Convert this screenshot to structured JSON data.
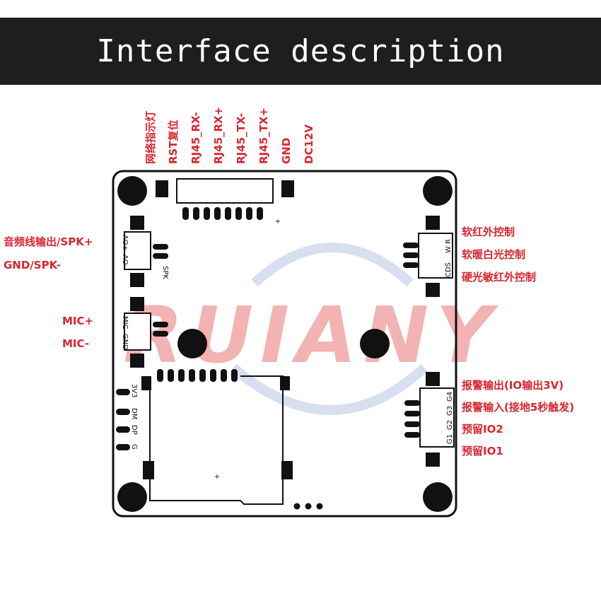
{
  "title": "Interface description",
  "watermark": "RUIANY",
  "colors": {
    "label": "#d8262e",
    "banner": "#1e1e1e",
    "board_outline": "#111111"
  },
  "top_labels": [
    "网络指示灯",
    "RST复位",
    "RJ45_RX-",
    "RJ45_RX+",
    "RJ45_TX-",
    "RJ45_TX+",
    "GND",
    "DC12V"
  ],
  "left_labels": [
    "音频线输出/SPK+",
    "GND/SPK-",
    "MIC+",
    "MIC-"
  ],
  "right_top_labels": [
    "软红外控制",
    "软暖白光控制",
    "硬光敏红外控制"
  ],
  "right_bottom_labels": [
    "报警输出(IO输出3V)",
    "报警输入(接地5秒触发)",
    "预留IO2",
    "预留IO1"
  ],
  "pcb_silkscreen": {
    "audio_out": [
      "AO+",
      "AO-"
    ],
    "spk": "SPK",
    "mic": [
      "MIC",
      "GND"
    ],
    "usb": [
      "3V3",
      "DM",
      "DP",
      "G"
    ],
    "ir": [
      "CDS",
      "W",
      "R"
    ],
    "io": [
      "G1",
      "G2",
      "G3",
      "G4"
    ],
    "plus": "+"
  }
}
